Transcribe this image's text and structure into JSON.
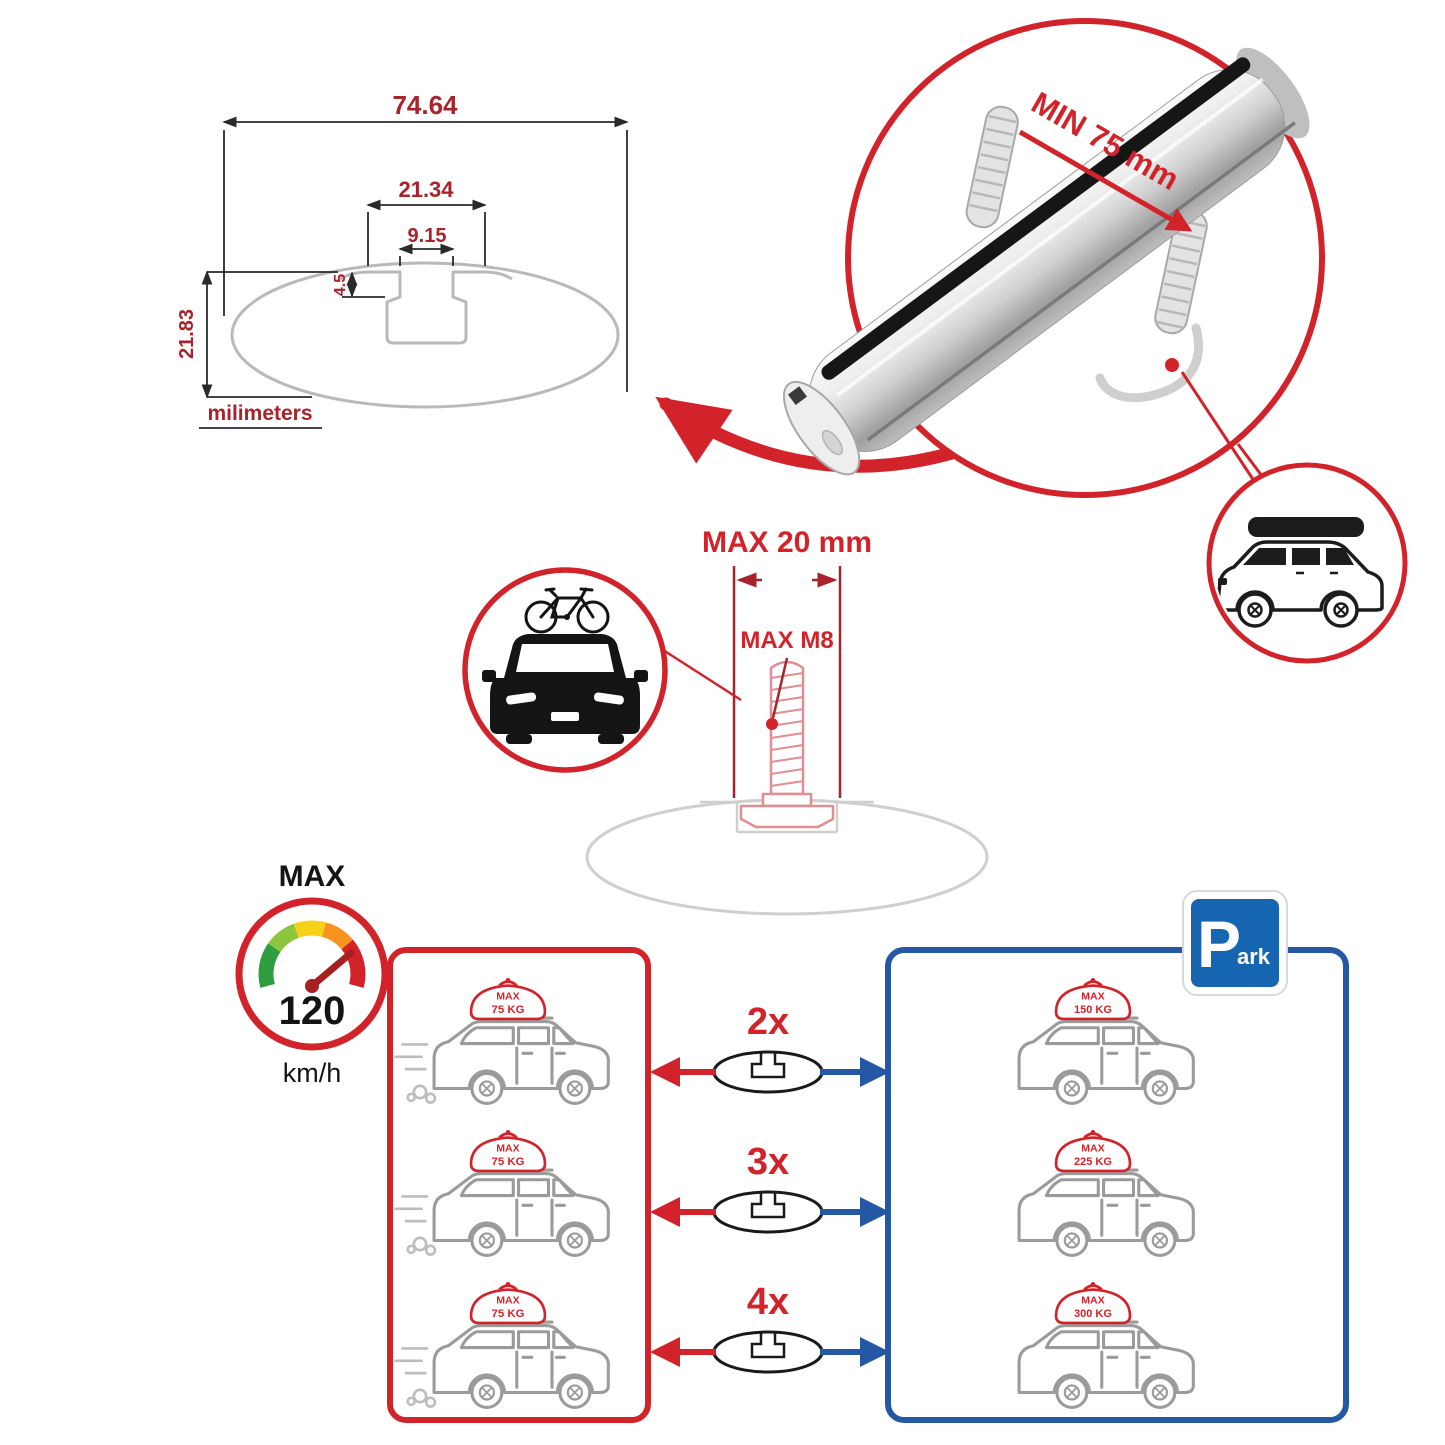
{
  "colors": {
    "brand_red": "#d2232a",
    "dimension_red": "#a8232b",
    "panel_blue": "#2458a4",
    "park_blue": "#1565b0",
    "car_outline_gray": "#9b9b9b",
    "bar_silver": "#cfcfcf"
  },
  "profile_dimensions": {
    "total_width": "74.64",
    "channel_width": "21.34",
    "slot_width": "9.15",
    "lip_height": "4.5",
    "total_height": "21.83",
    "units_label": "milimeters"
  },
  "clamp_note": {
    "min_grip": "MIN 75 mm"
  },
  "bolt_note": {
    "max_length": "MAX 20 mm",
    "max_thread": "MAX M8"
  },
  "speedometer": {
    "label": "MAX",
    "value": "120",
    "units": "km/h"
  },
  "parking_sign": {
    "letter": "P",
    "suffix": "ark"
  },
  "load_panel_left": {
    "cars": [
      {
        "max_label": "MAX",
        "weight": "75 KG"
      },
      {
        "max_label": "MAX",
        "weight": "75 KG"
      },
      {
        "max_label": "MAX",
        "weight": "75 KG"
      }
    ]
  },
  "load_panel_right": {
    "cars": [
      {
        "max_label": "MAX",
        "weight": "150 KG"
      },
      {
        "max_label": "MAX",
        "weight": "225 KG"
      },
      {
        "max_label": "MAX",
        "weight": "300 KG"
      }
    ]
  },
  "multipliers": [
    {
      "label": "2x"
    },
    {
      "label": "3x"
    },
    {
      "label": "4x"
    }
  ]
}
